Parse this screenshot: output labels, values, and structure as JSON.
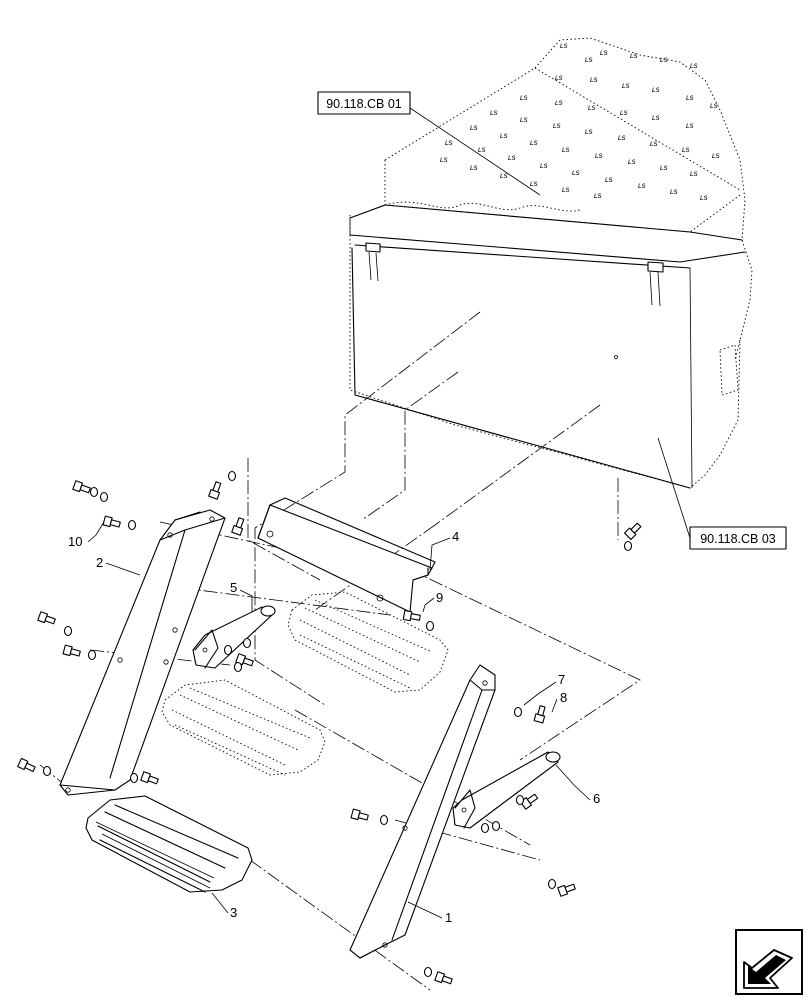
{
  "references": {
    "top": "90.118.CB 01",
    "right": "90.118.CB 03"
  },
  "callouts": [
    "1",
    "2",
    "3",
    "4",
    "5",
    "6",
    "7",
    "8",
    "9",
    "10"
  ],
  "tread_mark": "ʟѕ",
  "icons": {
    "navigation": "arrow-icon"
  }
}
